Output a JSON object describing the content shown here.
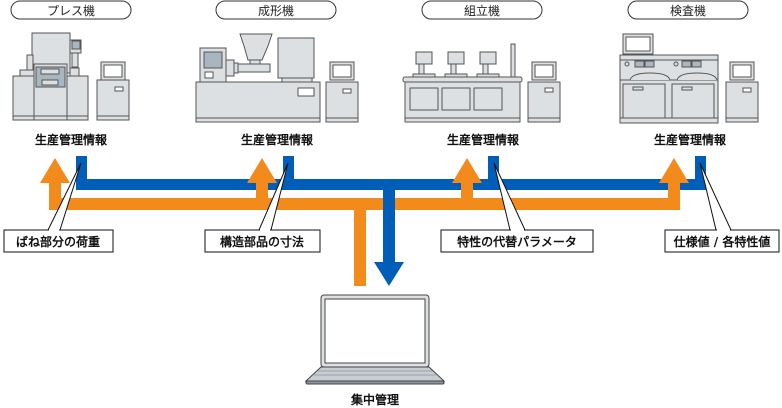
{
  "colors": {
    "orange": "#F28A1C",
    "blue": "#005EB8",
    "machine_fill": "#DCE0E3",
    "machine_stroke": "#555555",
    "screen_fill": "#A9B6C0"
  },
  "machines": [
    {
      "name": "プレス機",
      "info_label": "生産管理情報",
      "callout": "ばね部分の荷重",
      "icon": "press-machine-icon"
    },
    {
      "name": "成形機",
      "info_label": "生産管理情報",
      "callout": "構造部品の寸法",
      "icon": "molding-machine-icon"
    },
    {
      "name": "組立機",
      "info_label": "生産管理情報",
      "callout": "特性の代替パラメータ",
      "icon": "assembly-machine-icon"
    },
    {
      "name": "検査機",
      "info_label": "生産管理情報",
      "callout": "仕様値 / 各特性値",
      "icon": "inspection-machine-icon"
    }
  ],
  "central": {
    "label": "集中管理",
    "icon": "laptop-icon"
  }
}
